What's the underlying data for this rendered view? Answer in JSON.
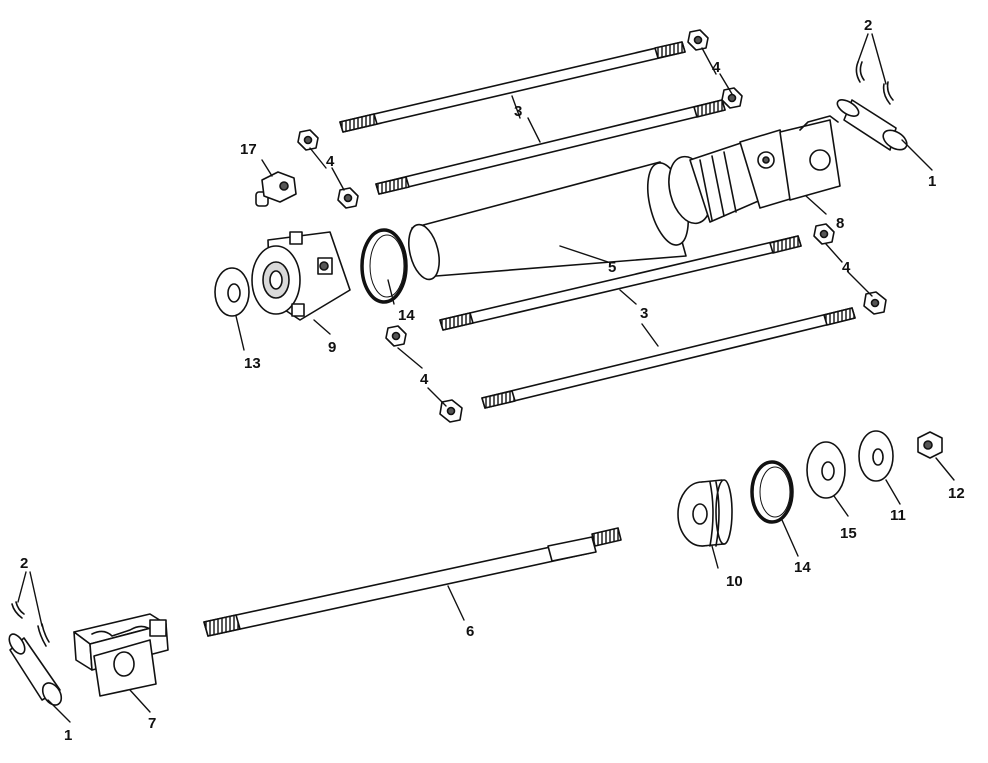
{
  "callouts": {
    "c1a": "1",
    "c1b": "1",
    "c2a": "2",
    "c2b": "2",
    "c3a": "3",
    "c3b": "3",
    "c4a": "4",
    "c4b": "4",
    "c4c": "4",
    "c4d": "4",
    "c5": "5",
    "c6": "6",
    "c7": "7",
    "c8": "8",
    "c9": "9",
    "c10": "10",
    "c11": "11",
    "c12": "12",
    "c13": "13",
    "c14a": "14",
    "c14b": "14",
    "c15": "15",
    "c17": "17"
  },
  "colors": {
    "ink": "#111111",
    "fill": "#ffffff",
    "shade": "#d9d9d9",
    "dark": "#555555"
  }
}
